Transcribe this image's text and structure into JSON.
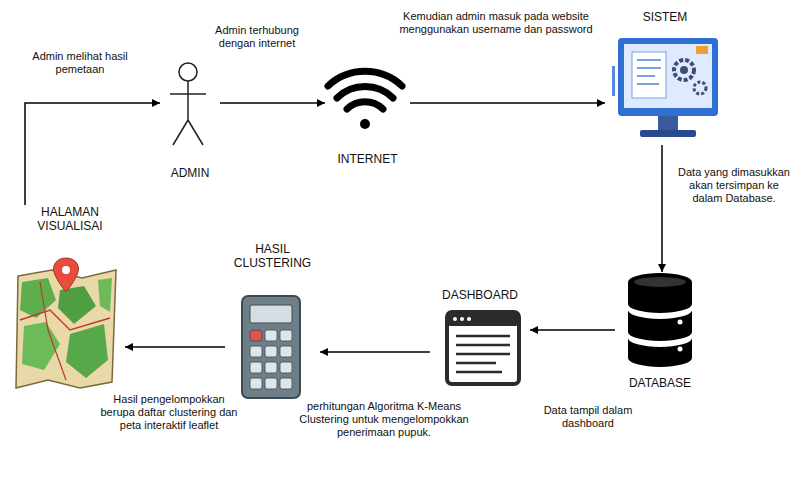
{
  "diagram": {
    "nodes": [
      {
        "text": [
          "ADMIN"
        ]
      },
      {
        "text": [
          "INTERNET"
        ]
      },
      {
        "text": [
          "SISTEM"
        ]
      },
      {
        "text": [
          "DATABASE"
        ]
      },
      {
        "text": [
          "DASHBOARD"
        ]
      },
      {
        "text": [
          "HASIL CLUSTERING"
        ]
      },
      {
        "text": [
          "HALAMAN VISUALISAI"
        ]
      }
    ],
    "edges": [
      {
        "from": 0,
        "to": 1,
        "arrow": "to",
        "label": "Admin terhubung dengan internet"
      },
      {
        "from": 1,
        "to": 2,
        "arrow": "to",
        "label": "Kemudian admin masuk pada website menggunakan username dan password"
      },
      {
        "from": 2,
        "to": 3,
        "arrow": "to",
        "label": "Data yang dimasukkan akan tersimpan ke dalam Database."
      },
      {
        "from": 3,
        "to": 4,
        "arrow": "to",
        "label": "Data tampil dalam dashboard"
      },
      {
        "from": 4,
        "to": 5,
        "arrow": "to",
        "label": "perhitungan Algoritma K-Means Clustering untuk mengelompokkan penerimaan pupuk."
      },
      {
        "from": 5,
        "to": 6,
        "arrow": "to",
        "label": "Hasil pengelompokkan berupa daftar clustering dan peta interaktif leaflet"
      },
      {
        "from": 6,
        "to": 0,
        "arrow": "to",
        "label": "Admin melihat hasil pemetaan"
      }
    ]
  }
}
